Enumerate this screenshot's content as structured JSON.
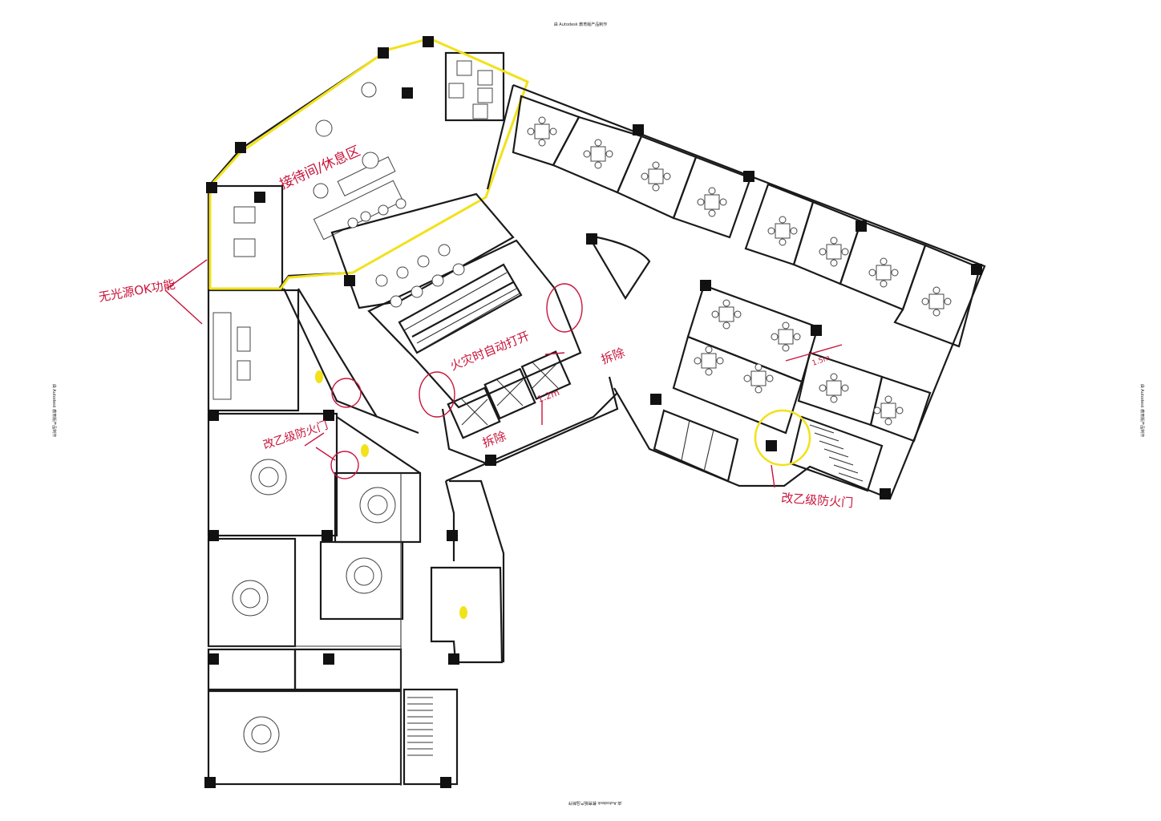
{
  "header": {
    "top_caption": "由 Autodesk 教育版产品制作",
    "bottom_caption": "由 Autodesk 教育版产品制作",
    "left_caption": "由 Autodesk 教育版产品制作",
    "right_caption": "由 Autodesk 教育版产品制作"
  },
  "annotations": {
    "yellow_room_label": "接待间/休息区",
    "left_note": "无光源OK功能",
    "fire_door_note": "火灾时自动打开",
    "demolish_1": "拆除",
    "demolish_2": "拆除",
    "width_note": "1.2m",
    "small_dim": "1.5m",
    "grade_b_door_1": "改乙级防火门",
    "grade_b_door_2": "改乙级防火门"
  },
  "colors": {
    "highlight": "#f1e21a",
    "markup": "#c8143a",
    "linework": "#1a1a1a"
  }
}
